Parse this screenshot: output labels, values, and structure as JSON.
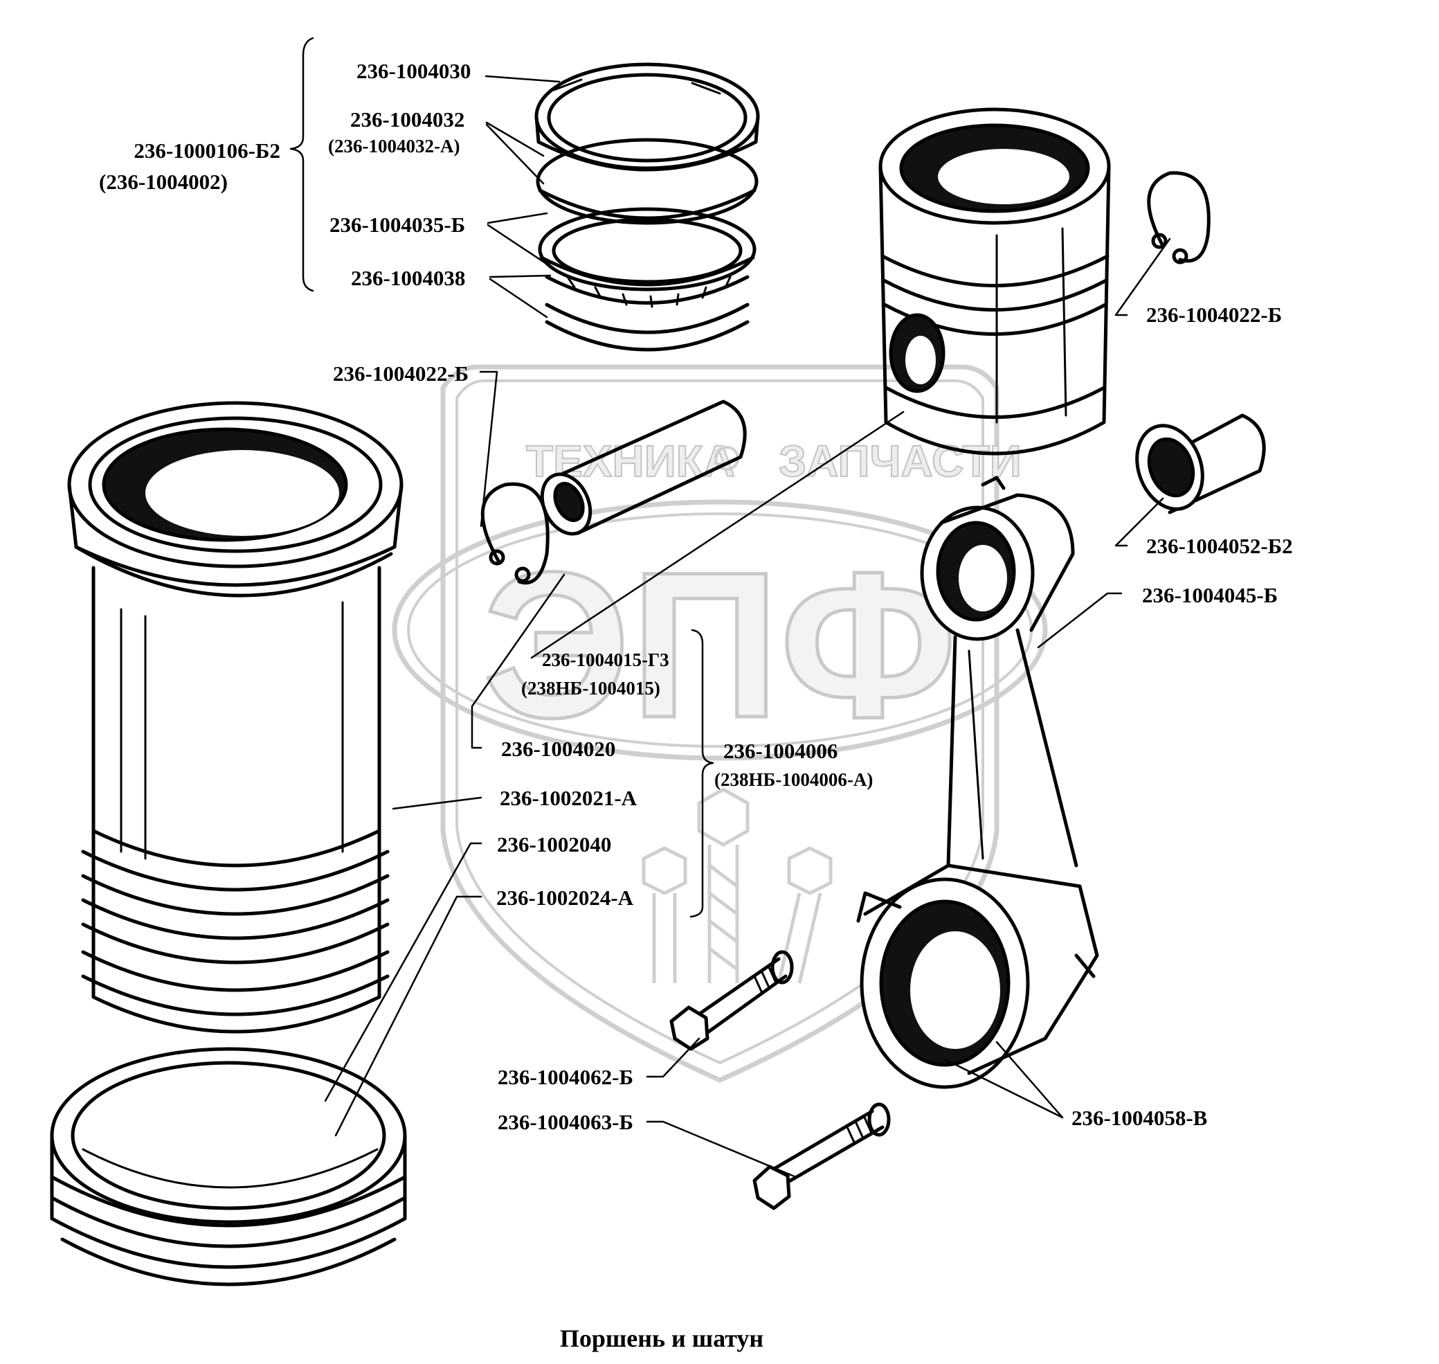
{
  "title": "Поршень и шатун",
  "watermark": {
    "text_left": "ТЕХНИКА",
    "text_right": "ЗАПЧАСТИ",
    "logo": "ЭПФ"
  },
  "callouts": {
    "ring_set": "236-1000106-Б2",
    "ring_set_alt": "(236-1004002)",
    "top_ring": "236-1004030",
    "compression_ring": "236-1004032",
    "compression_ring_alt": "(236-1004032-А)",
    "scraper_ring": "236-1004035-Б",
    "oil_ring": "236-1004038",
    "circlip_left": "236-1004022-Б",
    "circlip_right": "236-1004022-Б",
    "bushing": "236-1004052-Б2",
    "connecting_rod": "236-1004045-Б",
    "piston": "236-1004015-Г3",
    "piston_alt": "(238НБ-1004015)",
    "piston_pin": "236-1004020",
    "piston_assembly": "236-1004006",
    "piston_assembly_alt": "(238НБ-1004006-А)",
    "cylinder_liner": "236-1002021-А",
    "liner_ring_upper": "236-1002040",
    "liner_ring_lower": "236-1002024-А",
    "bolt_short": "236-1004062-Б",
    "bolt_long": "236-1004063-Б",
    "rod_cap_bolts": "236-1004058-В"
  },
  "icons": [
    "watermark-shield-icon",
    "watermark-hexagon-icon",
    "liner-icon",
    "piston-rings-icon",
    "piston-icon",
    "piston-pin-icon",
    "circlip-icon",
    "bushing-icon",
    "connecting-rod-icon",
    "bolt-icon",
    "seal-rings-icon"
  ]
}
